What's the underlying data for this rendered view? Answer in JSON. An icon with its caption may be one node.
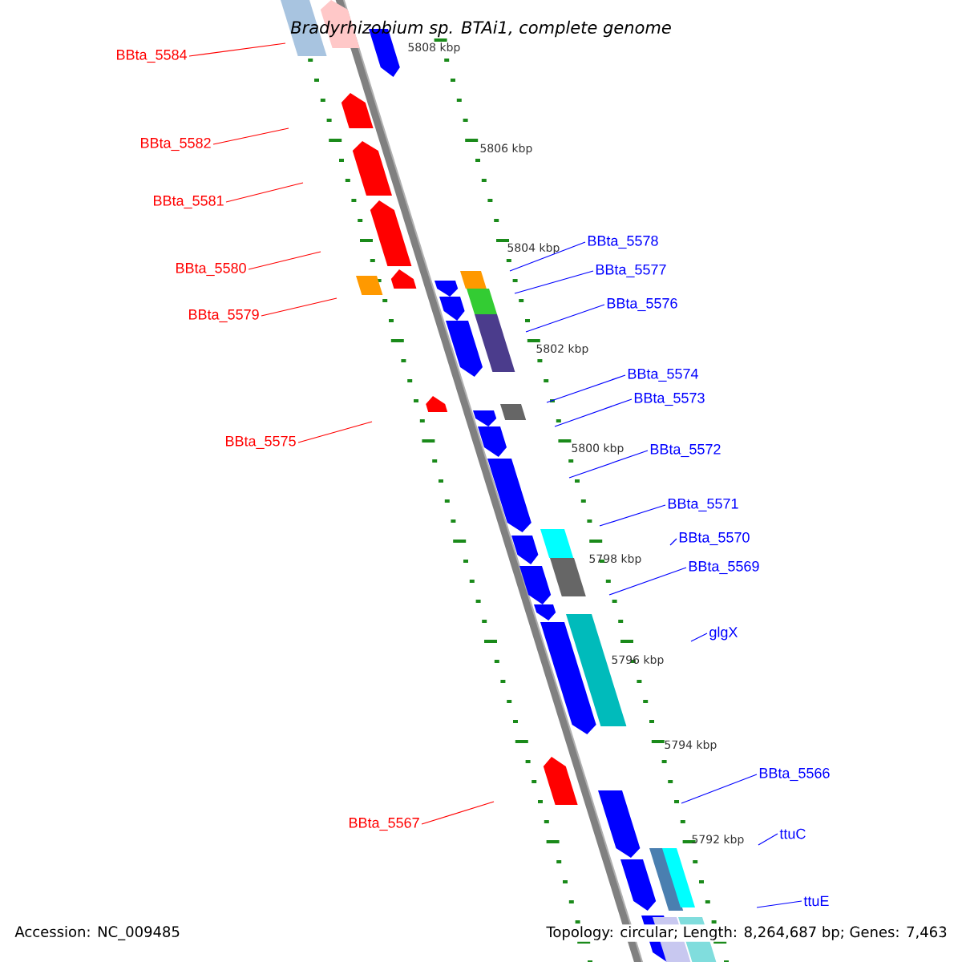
{
  "diagram": {
    "title": "Bradyrhizobium sp. BTAi1, complete genome",
    "nodes": [
      {
        "text": [
          "BBta_5584"
        ]
      },
      {
        "text": [
          "BBta_5582"
        ]
      },
      {
        "text": [
          "BBta_5581"
        ]
      },
      {
        "text": [
          "BBta_5578"
        ]
      },
      {
        "text": [
          "BBta_5580"
        ]
      },
      {
        "text": [
          "BBta_5577"
        ]
      },
      {
        "text": [
          "BBta_5576"
        ]
      },
      {
        "text": [
          "BBta_5579"
        ]
      },
      {
        "text": [
          "BBta_5574"
        ]
      },
      {
        "text": [
          "BBta_5573"
        ]
      },
      {
        "text": [
          "BBta_5575"
        ]
      },
      {
        "text": [
          "BBta_5572"
        ]
      },
      {
        "text": [
          "BBta_5571"
        ]
      },
      {
        "text": [
          "BBta_5570"
        ]
      },
      {
        "text": [
          "BBta_5569"
        ]
      },
      {
        "text": [
          "glgX"
        ]
      },
      {
        "text": [
          "BBta_5566"
        ]
      },
      {
        "text": [
          "BBta_5567"
        ]
      },
      {
        "text": [
          "ttuC"
        ]
      },
      {
        "text": [
          "ttuE"
        ]
      }
    ],
    "edges": [
      {
        "from": 0,
        "to": null,
        "arrow": "none",
        "color": "#ff0000"
      },
      {
        "from": 1,
        "to": null,
        "arrow": "none",
        "color": "#ff0000"
      },
      {
        "from": 2,
        "to": null,
        "arrow": "none",
        "color": "#ff0000"
      },
      {
        "from": 3,
        "to": null,
        "arrow": "none"
      },
      {
        "from": 4,
        "to": null,
        "arrow": "none",
        "color": "#ff0000"
      },
      {
        "from": 5,
        "to": null,
        "arrow": "none"
      },
      {
        "from": 6,
        "to": null,
        "arrow": "none"
      },
      {
        "from": 7,
        "to": null,
        "arrow": "none",
        "color": "#ff0000"
      },
      {
        "from": 8,
        "to": null,
        "arrow": "none"
      },
      {
        "from": 9,
        "to": null,
        "arrow": "none"
      },
      {
        "from": 10,
        "to": null,
        "arrow": "none",
        "color": "#ff0000"
      },
      {
        "from": 11,
        "to": null,
        "arrow": "none"
      },
      {
        "from": 12,
        "to": null,
        "arrow": "none"
      },
      {
        "from": 13,
        "to": null,
        "arrow": "none"
      },
      {
        "from": 14,
        "to": null,
        "arrow": "none"
      },
      {
        "from": 15,
        "to": null,
        "arrow": "none"
      },
      {
        "from": 16,
        "to": null,
        "arrow": "none"
      },
      {
        "from": 17,
        "to": null,
        "arrow": "none",
        "color": "#ff0000"
      },
      {
        "from": 18,
        "to": null,
        "arrow": "none"
      },
      {
        "from": 19,
        "to": null,
        "arrow": "none"
      }
    ],
    "labels": [
      "5808 kbp",
      "5806 kbp",
      "5804 kbp",
      "5802 kbp",
      "5800 kbp",
      "5798 kbp",
      "5796 kbp",
      "5794 kbp",
      "5792 kbp",
      "Accession: NC_009485",
      "Topology: circular; Length: 8,264,687 bp; Genes: 7,463"
    ]
  }
}
